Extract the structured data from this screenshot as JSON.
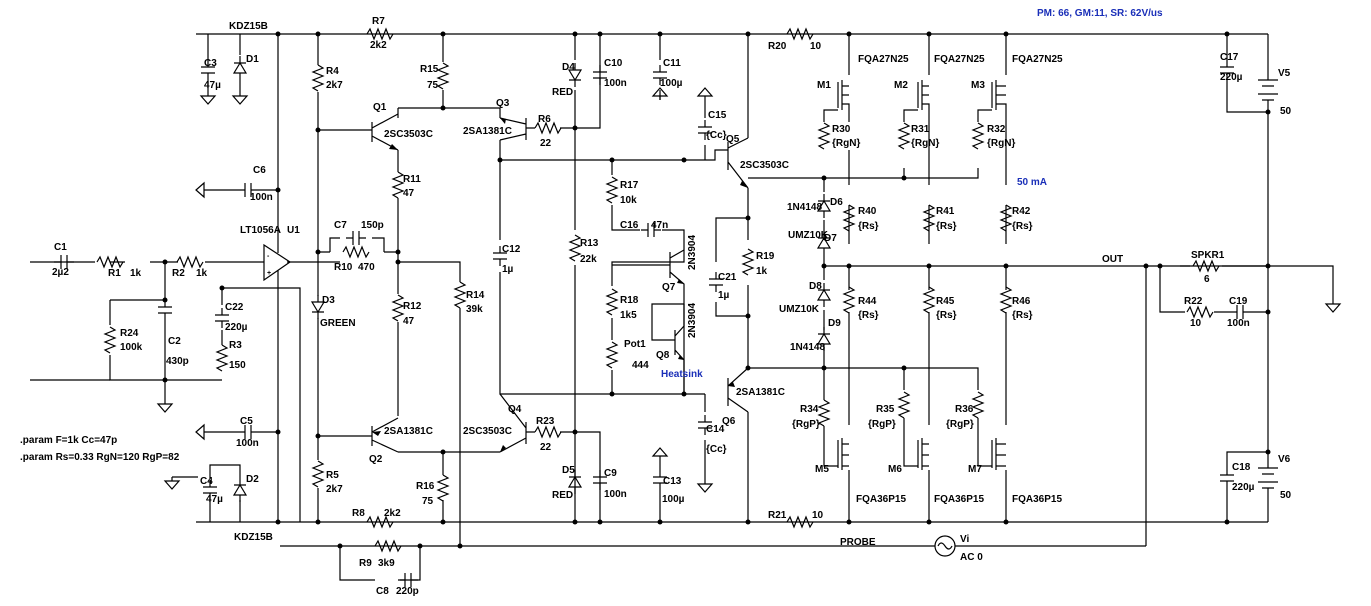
{
  "header": {
    "specs": "PM: 66, GM:11, SR: 62V/us"
  },
  "params": [
    ".param F=1k Cc=47p",
    ".param Rs=0.33 RgN=120 RgP=82"
  ],
  "notes": {
    "bias_current": "50 mA",
    "heatsink": "Heatsink",
    "out": "OUT",
    "probe": "PROBE"
  },
  "parts": {
    "KDZ15B_top": "KDZ15B",
    "KDZ15B_bot": "KDZ15B",
    "C3": "C3",
    "C3v": "47µ",
    "D1": "D1",
    "D2": "D2",
    "C4": "C4",
    "C4v": "47µ",
    "C6": "C6",
    "C6v": "100n",
    "C5": "C5",
    "C5v": "100n",
    "C1": "C1",
    "C1v": "2µ2",
    "R1": "R1",
    "R1v": "1k",
    "R2": "R2",
    "R2v": "1k",
    "R24": "R24",
    "R24v": "100k",
    "C2": "C2",
    "C2v": "430p",
    "C22": "C22",
    "C22v": "220µ",
    "R3": "R3",
    "R3v": "150",
    "U1name": "LT1056A",
    "U1": "U1",
    "R7": "R7",
    "R7v": "2k2",
    "R8": "R8",
    "R8v": "2k2",
    "R9": "R9",
    "R9v": "3k9",
    "C8": "C8",
    "C8v": "220p",
    "R4": "R4",
    "R4v": "2k7",
    "R5": "R5",
    "R5v": "2k7",
    "R15": "R15",
    "R15v": "75",
    "R16": "R16",
    "R16v": "75",
    "Q1": "Q1",
    "Q1t": "2SC3503C",
    "Q2": "Q2",
    "Q2t": "2SA1381C",
    "R11": "R11",
    "R11v": "47",
    "R12": "R12",
    "R12v": "47",
    "C7": "C7",
    "C7v": "150p",
    "R10": "R10",
    "R10v": "470",
    "D3": "D3",
    "D3v": "GREEN",
    "R14": "R14",
    "R14v": "39k",
    "Q3": "Q3",
    "Q3t": "2SA1381C",
    "Q4": "Q4",
    "Q4t": "2SC3503C",
    "R6": "R6",
    "R6v": "22",
    "R23": "R23",
    "R23v": "22",
    "D4": "D4",
    "D4v": "RED",
    "D5": "D5",
    "D5v": "RED",
    "C10": "C10",
    "C10v": "100n",
    "C9": "C9",
    "C9v": "100n",
    "C11": "C11",
    "C11v": "100µ",
    "C13": "C13",
    "C13v": "100µ",
    "C12": "C12",
    "C12v": "1µ",
    "R13": "R13",
    "R13v": "22k",
    "R17": "R17",
    "R17v": "10k",
    "C16": "C16",
    "C16v": "47n",
    "Q7": "Q7",
    "Q7t": "2N3904",
    "Q8": "Q8",
    "Q8t": "2N3904",
    "R18": "R18",
    "R18v": "1k5",
    "Pot1": "Pot1",
    "Pot1v": "444",
    "C15": "C15",
    "C15v": "{Cc}",
    "C14": "C14",
    "C14v": "{Cc}",
    "Q5": "Q5",
    "Q5t": "2SC3503C",
    "Q6": "Q6",
    "Q6t": "2SA1381C",
    "R19": "R19",
    "R19v": "1k",
    "C21": "C21",
    "C21v": "1µ",
    "R20": "R20",
    "R20v": "10",
    "R21": "R21",
    "R21v": "10",
    "D6": "D6",
    "D6t": "1N4148",
    "D7": "D7",
    "D7t": "UMZ10K",
    "D8": "D8",
    "D8t": "UMZ10K",
    "D9": "D9",
    "D9t": "1N4148",
    "M1": "M1",
    "M2": "M2",
    "M3": "M3",
    "Mn": "FQA27N25",
    "M5": "M5",
    "M6": "M6",
    "M7": "M7",
    "Mp": "FQA36P15",
    "R30": "R30",
    "R31": "R31",
    "R32": "R32",
    "RgN": "{RgN}",
    "R34": "R34",
    "R35": "R35",
    "R36": "R36",
    "RgP": "{RgP}",
    "R40": "R40",
    "R41": "R41",
    "R42": "R42",
    "R44": "R44",
    "R45": "R45",
    "R46": "R46",
    "Rs": "{Rs}",
    "SPKR1": "SPKR1",
    "SPKR1v": "6",
    "R22": "R22",
    "R22v": "10",
    "C19": "C19",
    "C19v": "100n",
    "C17": "C17",
    "C17v": "220µ",
    "C18": "C18",
    "C18v": "220µ",
    "V5": "V5",
    "V5v": "50",
    "V6": "V6",
    "V6v": "50",
    "Vi": "Vi",
    "Viv": "AC 0"
  }
}
